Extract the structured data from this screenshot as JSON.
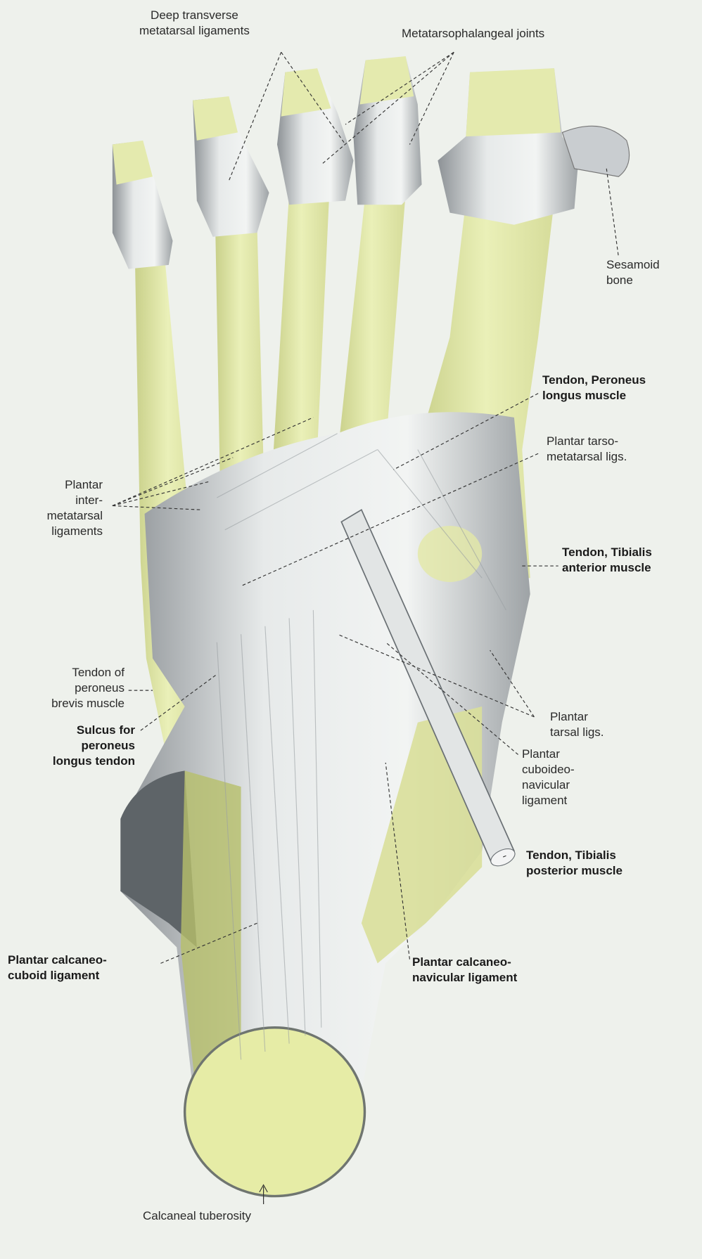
{
  "labels": {
    "deep_transverse": [
      "Deep transverse",
      "metatarsal ligaments"
    ],
    "mtp_joints": [
      "Metatarsophalangeal joints"
    ],
    "sesamoid": [
      "Sesamoid",
      "bone"
    ],
    "peroneus_longus": [
      "Tendon, Peroneus",
      "longus muscle"
    ],
    "tarsometatarsal": [
      "Plantar tarso-",
      "metatarsal ligs."
    ],
    "intermetatarsal": [
      "Plantar",
      "inter-",
      "metatarsal",
      "ligaments"
    ],
    "tibialis_anterior": [
      "Tendon, Tibialis",
      "anterior muscle"
    ],
    "peroneus_brevis": [
      "Tendon of",
      "peroneus",
      "brevis muscle"
    ],
    "sulcus": [
      "Sulcus for",
      "peroneus",
      "longus tendon"
    ],
    "plantar_tarsal": [
      "Plantar",
      "tarsal ligs."
    ],
    "cuboideonavicular": [
      "Plantar",
      "cuboideo-",
      "navicular",
      "ligament"
    ],
    "tibialis_posterior": [
      "Tendon, Tibialis",
      "posterior muscle"
    ],
    "calcaneocuboid": [
      "Plantar calcaneo-",
      "cuboid ligament"
    ],
    "calcaneonavicular": [
      "Plantar calcaneo-",
      "navicular ligament"
    ],
    "calcaneal_tuberosity": [
      "Calcaneal tuberosity"
    ]
  },
  "colors": {
    "bone": "#e6ecb0",
    "ligament": "#dfe3e3",
    "shadow": "#6d7378",
    "background": "#eef1ec"
  }
}
